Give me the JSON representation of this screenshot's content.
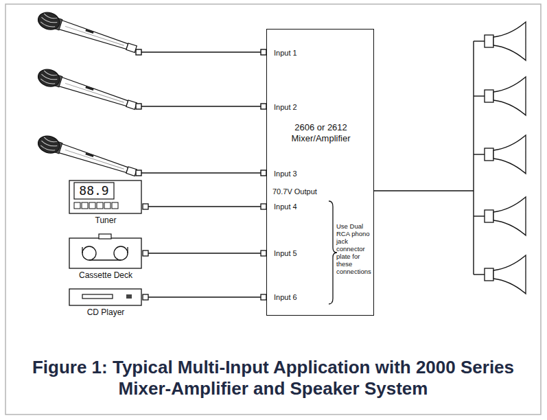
{
  "diagram": {
    "caption": "Figure 1: Typical Multi-Input Application with 2000 Series Mixer-Amplifier and Speaker System",
    "nodes": [
      {
        "text": [
          "Input 1",
          "Input 2",
          "2606 or 2612 Mixer/Amplifier",
          "Input 3",
          "70.7V Output",
          "Input 4",
          "Use Dual RCA phono jack connector plate for these connections",
          "Input 5",
          "Input 6"
        ]
      },
      {
        "text": [
          "88.9",
          "Tuner"
        ]
      },
      {
        "text": [
          "Cassette Deck"
        ]
      },
      {
        "text": [
          "CD Player"
        ]
      }
    ],
    "edges": [
      {
        "from": 1,
        "to": 0,
        "arrow": "none"
      },
      {
        "from": 2,
        "to": 0,
        "arrow": "none"
      },
      {
        "from": 3,
        "to": 0,
        "arrow": "none"
      }
    ]
  }
}
